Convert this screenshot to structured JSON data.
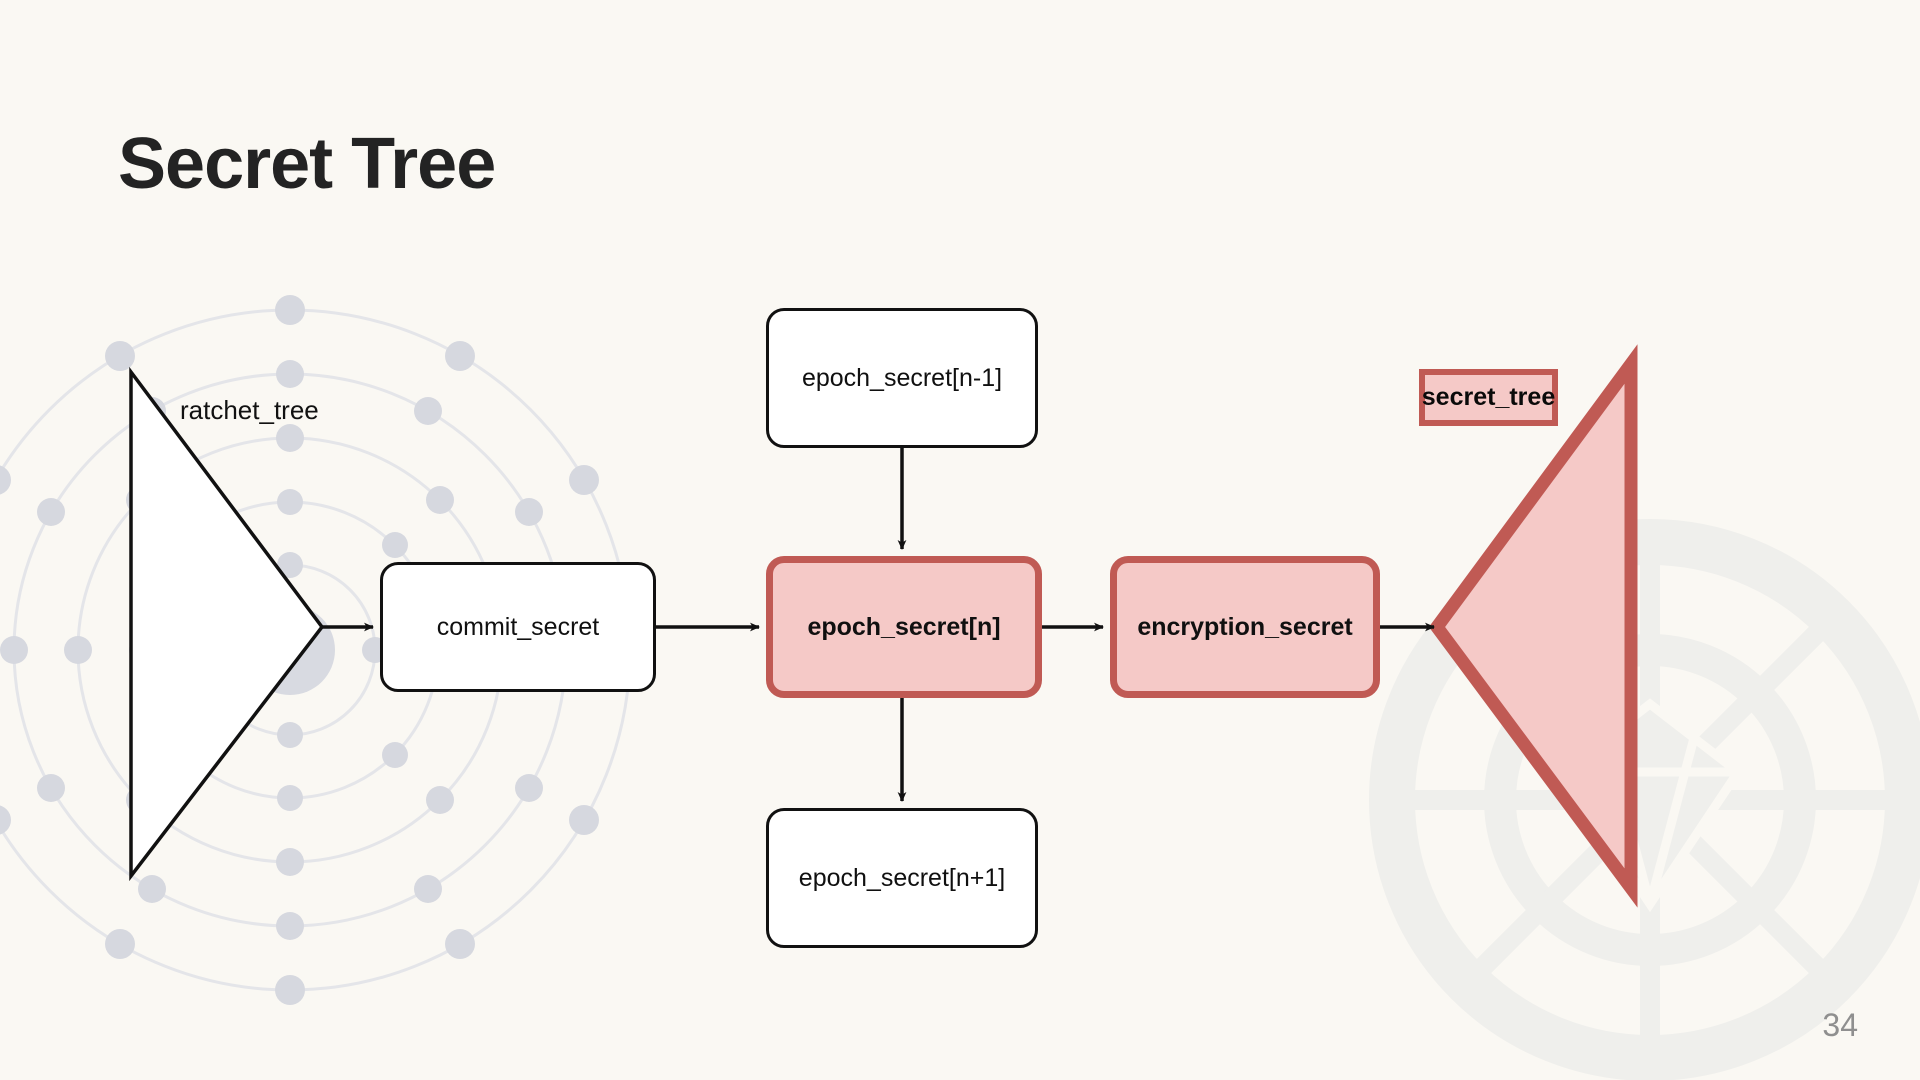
{
  "slide": {
    "title": "Secret Tree",
    "page_number": "34",
    "background_color": "#FAF8F3"
  },
  "theme": {
    "accent_border": "#C05A54",
    "accent_fill": "#F5C9C7",
    "node_fill": "#FFFFFF",
    "node_border": "#111111",
    "text_color": "#101010",
    "page_number_color": "#8f8f8f",
    "watermark_color": "#E7E8EC"
  },
  "diagram": {
    "type": "flow",
    "left_triangle": {
      "name": "ratchet_tree",
      "label": "ratchet_tree",
      "fill": "#FFFFFF",
      "stroke": "#111111",
      "orientation": "points-right"
    },
    "right_triangle": {
      "name": "secret_tree",
      "label": "secret_tree",
      "fill": "#F5C9C7",
      "stroke": "#C05A54",
      "orientation": "points-left"
    },
    "nodes": [
      {
        "id": "epoch_secret_prev",
        "label": "epoch_secret[n-1]",
        "style": "plain",
        "bold": false
      },
      {
        "id": "commit_secret",
        "label": "commit_secret",
        "style": "plain",
        "bold": false
      },
      {
        "id": "epoch_secret_n",
        "label": "epoch_secret[n]",
        "style": "highlighted",
        "bold": true
      },
      {
        "id": "encryption_secret",
        "label": "encryption_secret",
        "style": "highlighted",
        "bold": true
      },
      {
        "id": "epoch_secret_next",
        "label": "epoch_secret[n+1]",
        "style": "plain",
        "bold": false
      }
    ],
    "edges": [
      {
        "from": "ratchet_tree",
        "to": "commit_secret",
        "direction": "right"
      },
      {
        "from": "commit_secret",
        "to": "epoch_secret_n",
        "direction": "right"
      },
      {
        "from": "epoch_secret_prev",
        "to": "epoch_secret_n",
        "direction": "down"
      },
      {
        "from": "epoch_secret_n",
        "to": "encryption_secret",
        "direction": "right"
      },
      {
        "from": "epoch_secret_n",
        "to": "epoch_secret_next",
        "direction": "down"
      },
      {
        "from": "encryption_secret",
        "to": "secret_tree",
        "direction": "right"
      }
    ]
  },
  "decorations": {
    "left_orbit": "concentric-dotted-circles",
    "right_watermark": "gem-wheel-logo"
  }
}
